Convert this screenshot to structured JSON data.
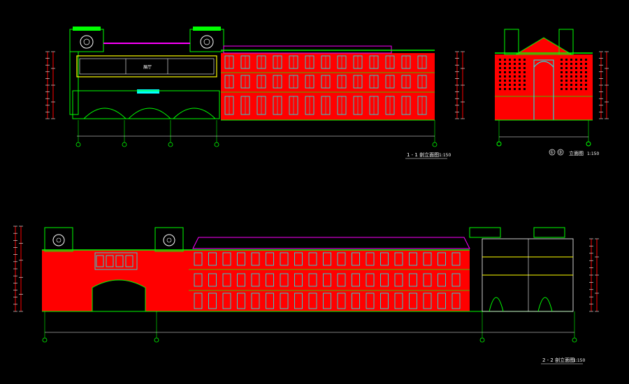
{
  "palette": {
    "background": "#000000",
    "wall": "#ff0000",
    "trim": "#00ff00",
    "glass": "#00ffff",
    "roof": "#ff00ff",
    "dim": "#ffffff",
    "accent": "#ffff00"
  },
  "drawings": {
    "elev_1": {
      "caption": "1 - 1 剖立面图",
      "scale": "1:150",
      "hall_label": "展厅"
    },
    "elev_side": {
      "caption": "立面图",
      "scale": "1:150",
      "grid_a": "①",
      "grid_b": "③"
    },
    "elev_2": {
      "caption": "2 - 2 剖立面图",
      "scale": "1:150"
    }
  }
}
